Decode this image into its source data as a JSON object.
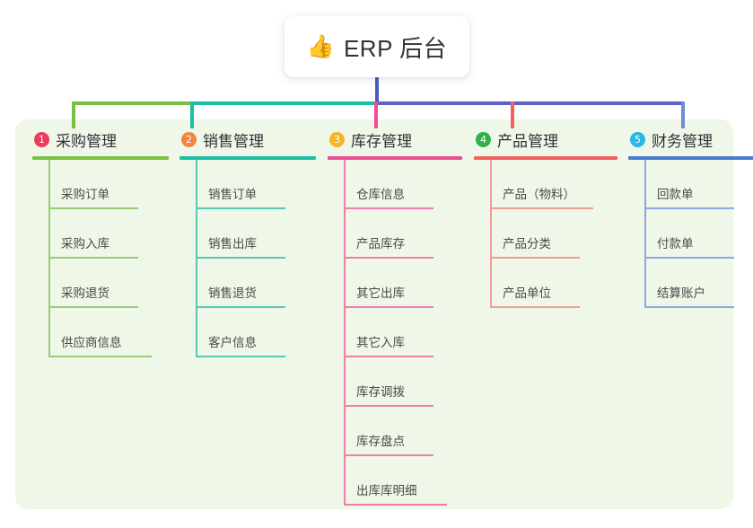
{
  "root": {
    "icon": "thumbs-up-icon",
    "emoji": "👍",
    "title": "ERP 后台"
  },
  "palette": {
    "panel_bg": "#eef7e8",
    "stem": "#4a5bbd",
    "bus_green": "#7ac043",
    "bus_teal": "#1dbfa0",
    "bus_purple": "#5a62c4",
    "drop_1": "#7ac043",
    "drop_2": "#1dbfa0",
    "drop_3": "#ef4f91",
    "drop_4": "#f4615f",
    "drop_5": "#6f8ad6"
  },
  "columns": [
    {
      "number": "1",
      "title": "采购管理",
      "badge_color": "#ef3b5b",
      "line_color": "#7ac043",
      "item_line_color": "#9acb77",
      "items": [
        "采购订单",
        "采购入库",
        "采购退货",
        "供应商信息"
      ]
    },
    {
      "number": "2",
      "title": "销售管理",
      "badge_color": "#f2863c",
      "line_color": "#1dbfa0",
      "item_line_color": "#58c9b4",
      "items": [
        "销售订单",
        "销售出库",
        "销售退货",
        "客户信息"
      ]
    },
    {
      "number": "3",
      "title": "库存管理",
      "badge_color": "#f5b721",
      "line_color": "#ef4f91",
      "item_line_color": "#ef7fae",
      "items": [
        "仓库信息",
        "产品库存",
        "其它出库",
        "其它入库",
        "库存调拨",
        "库存盘点",
        "出库库明细"
      ]
    },
    {
      "number": "4",
      "title": "产品管理",
      "badge_color": "#2bb24c",
      "line_color": "#f4615f",
      "item_line_color": "#f49b97",
      "items": [
        "产品（物料）",
        "产品分类",
        "产品单位"
      ]
    },
    {
      "number": "5",
      "title": "财务管理",
      "badge_color": "#29b6e8",
      "line_color": "#4a7bd0",
      "item_line_color": "#8da8dd",
      "items": [
        "回款单",
        "付款单",
        "结算账户"
      ]
    }
  ]
}
